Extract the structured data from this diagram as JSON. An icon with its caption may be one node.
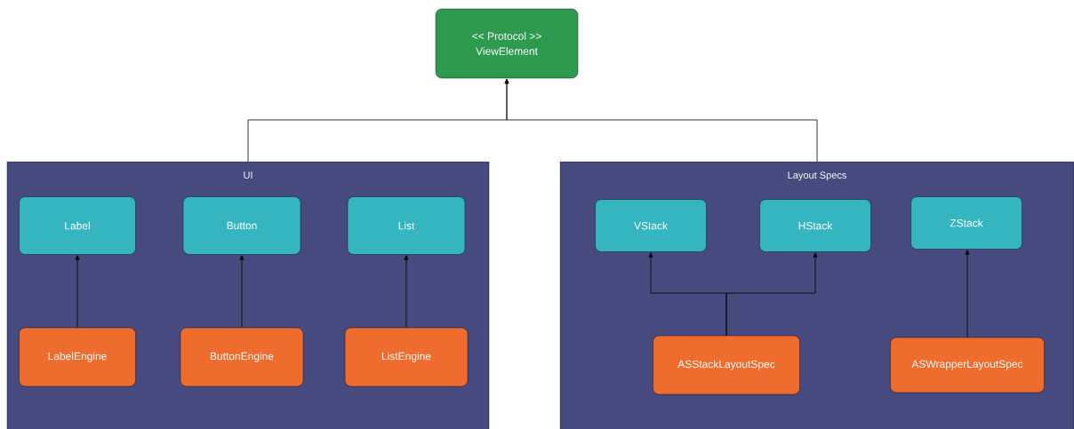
{
  "diagram": {
    "nodes": [
      {
        "text": [
          "<< Protocol >>",
          "ViewElement"
        ]
      },
      {
        "text": [
          "UI"
        ]
      },
      {
        "text": [
          "Label"
        ],
        "in": 1
      },
      {
        "text": [
          "Button"
        ],
        "in": 1
      },
      {
        "text": [
          "List"
        ],
        "in": 1
      },
      {
        "text": [
          "LabelEngine"
        ],
        "in": 1
      },
      {
        "text": [
          "ButtonEngine"
        ],
        "in": 1
      },
      {
        "text": [
          "ListEngine"
        ],
        "in": 1
      },
      {
        "text": [
          "Layout Specs"
        ]
      },
      {
        "text": [
          "VStack"
        ],
        "in": 8
      },
      {
        "text": [
          "HStack"
        ],
        "in": 8
      },
      {
        "text": [
          "ZStack"
        ],
        "in": 8
      },
      {
        "text": [
          "ASStackLayoutSpec"
        ],
        "in": 8
      },
      {
        "text": [
          "ASWrapperLayoutSpec"
        ],
        "in": 8
      }
    ],
    "edges": [
      {
        "from": 1,
        "to": 0,
        "arrow": "to"
      },
      {
        "from": 8,
        "to": 0,
        "arrow": "to"
      },
      {
        "from": 5,
        "to": 2,
        "arrow": "to"
      },
      {
        "from": 6,
        "to": 3,
        "arrow": "to"
      },
      {
        "from": 7,
        "to": 4,
        "arrow": "to"
      },
      {
        "from": 12,
        "to": 9,
        "arrow": "to"
      },
      {
        "from": 12,
        "to": 10,
        "arrow": "to"
      },
      {
        "from": 13,
        "to": 11,
        "arrow": "to"
      }
    ]
  }
}
